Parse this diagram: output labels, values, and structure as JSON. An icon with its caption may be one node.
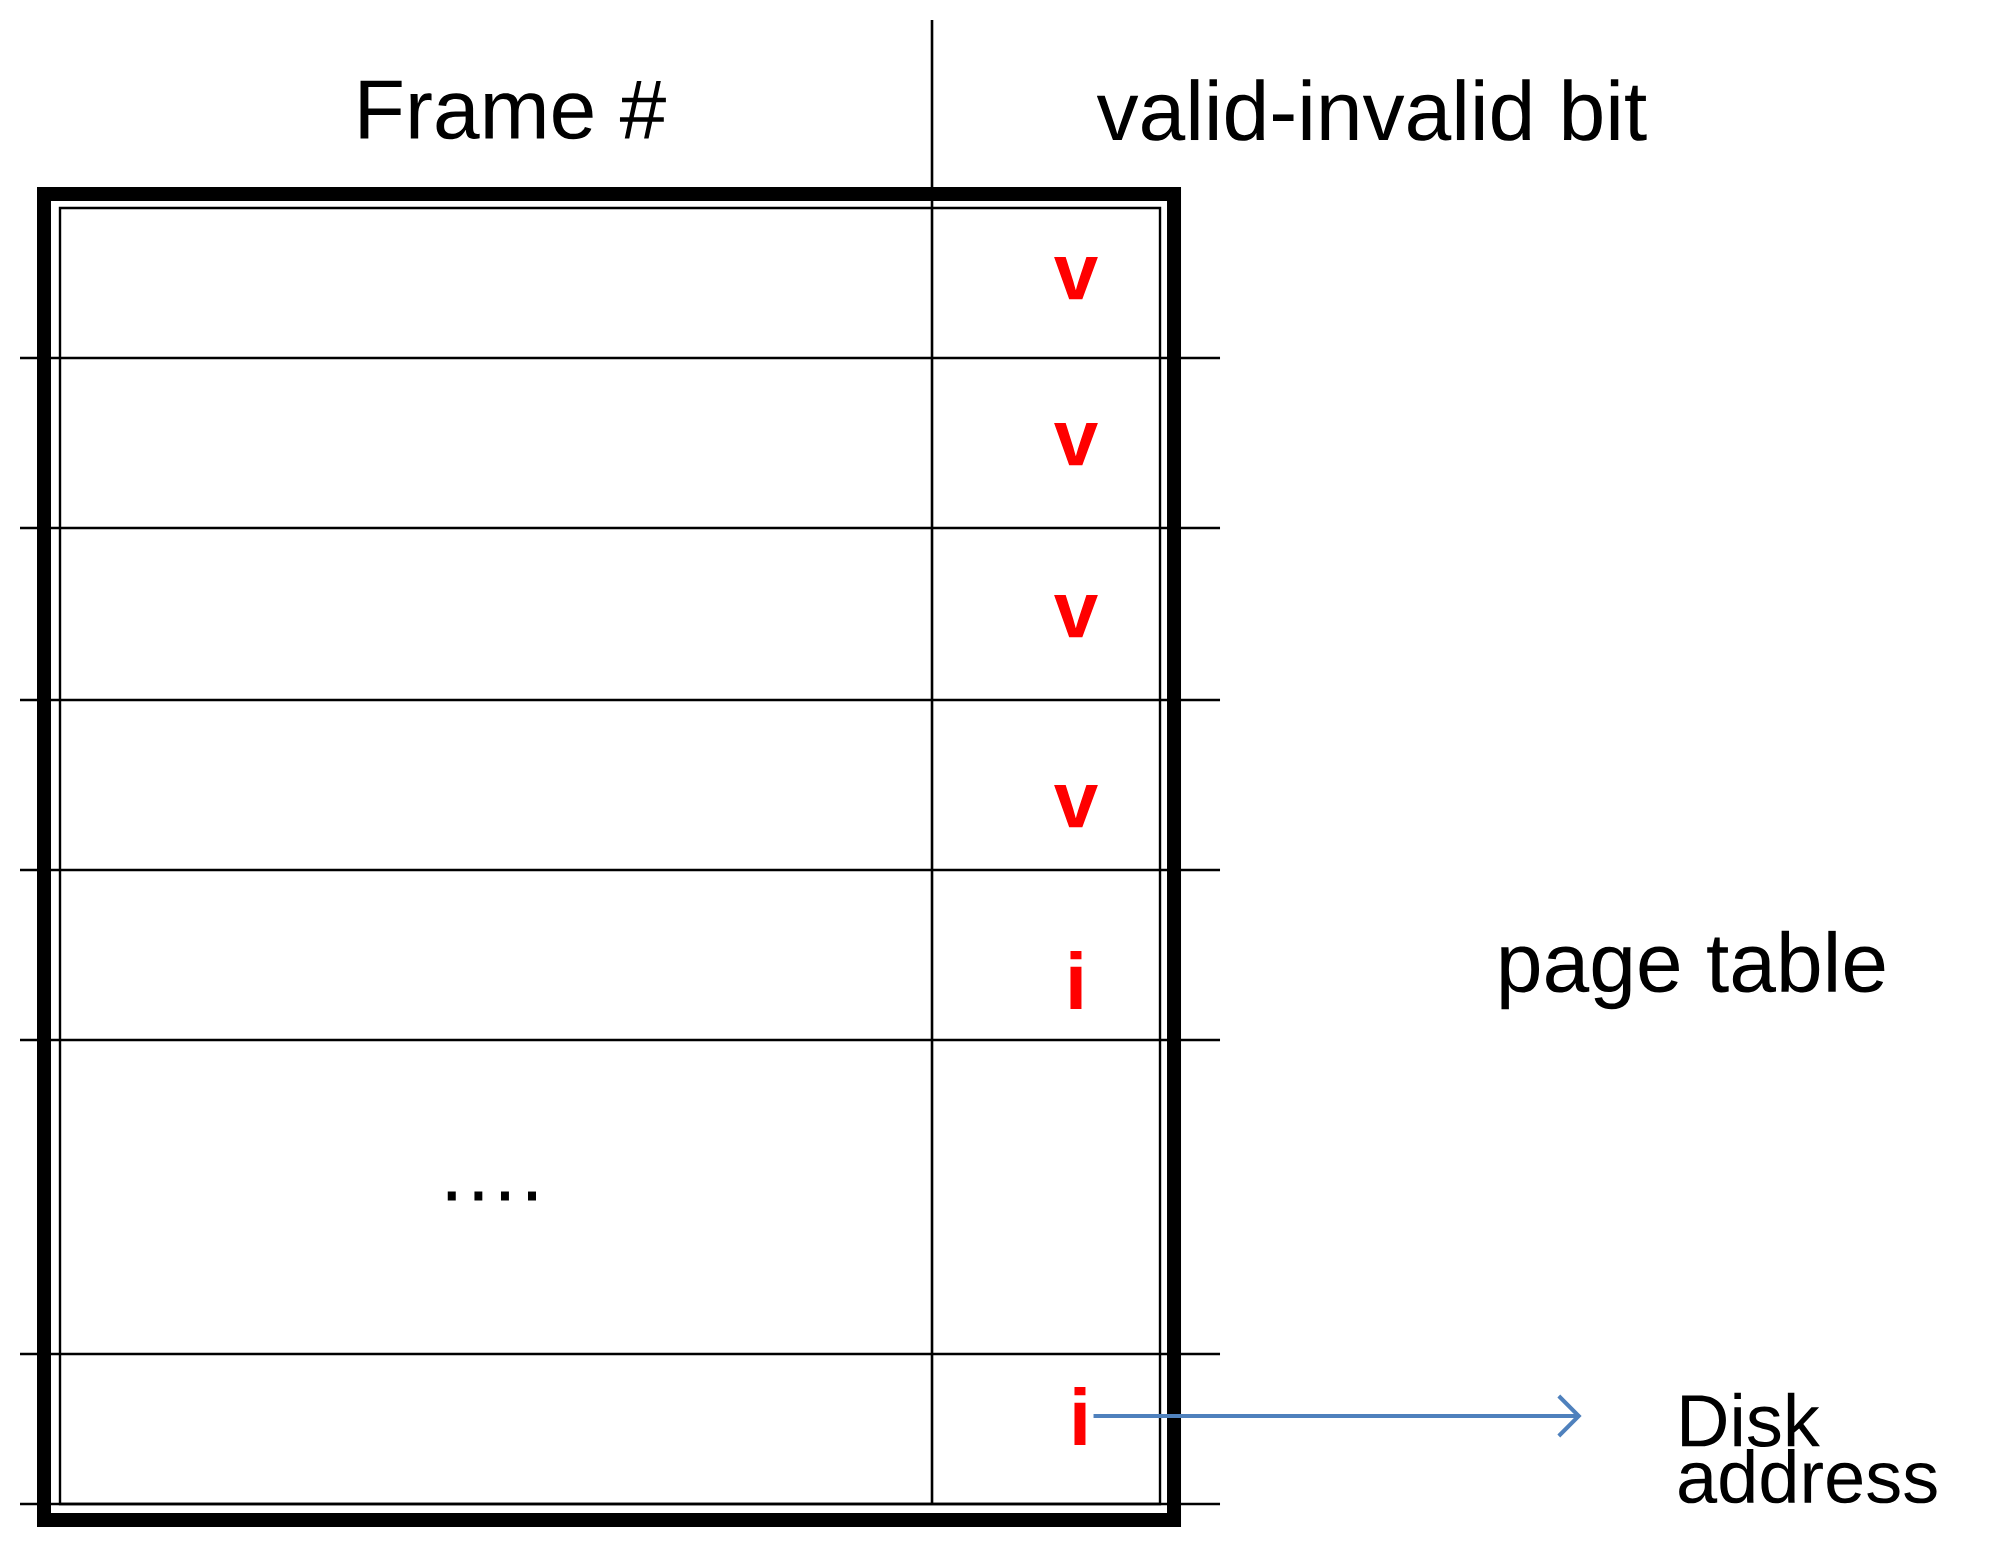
{
  "diagram": {
    "nodes": [
      {
        "text": [
          "i"
        ]
      },
      {
        "text": [
          "Disk address"
        ]
      }
    ],
    "edges": [
      {
        "from": 0,
        "to": 1,
        "arrow": "to",
        "color": "#4f81bd"
      }
    ],
    "labels": [
      "Frame #",
      "valid-invalid bit",
      "v",
      "v",
      "v",
      "v",
      "i",
      "….",
      "page table"
    ]
  }
}
